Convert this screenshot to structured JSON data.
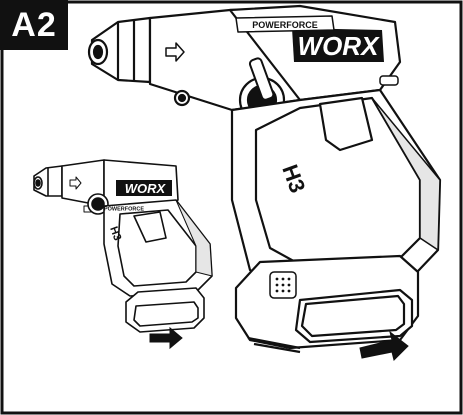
{
  "figure": {
    "step_label": "A2",
    "brand_large": "WORX",
    "brand_small": "WORX",
    "series_large": "POWERFORCE",
    "series_small": "POWERFORCE",
    "model_large": "H3",
    "model_small": "H3"
  },
  "colors": {
    "ink": "#111111",
    "paper": "#ffffff",
    "shade": "#cfcfcf",
    "dark": "#555555"
  }
}
